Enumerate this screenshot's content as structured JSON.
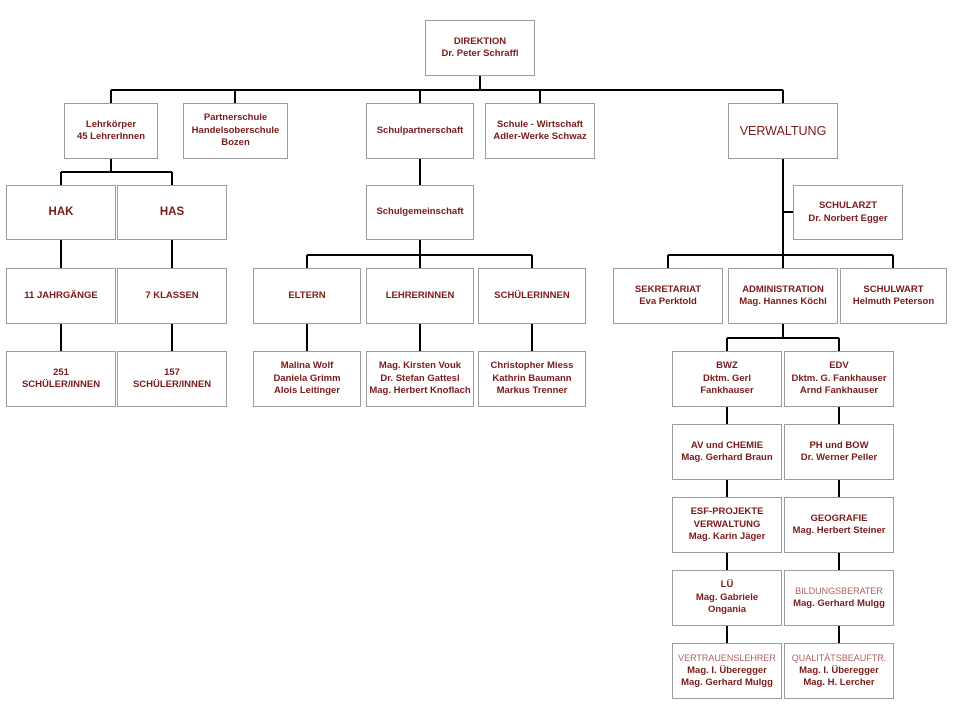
{
  "org_chart": {
    "nodes": {
      "direktion": [
        "DIREKTION",
        "Dr. Peter Schraffl"
      ],
      "lehrkoerper": [
        "Lehrkörper",
        "45 LehrerInnen"
      ],
      "partnerschule": [
        "Partnerschule",
        "Handelsoberschule",
        "Bozen"
      ],
      "schulpartnerschaft": [
        "Schulpartnerschaft"
      ],
      "schule_wirtschaft": [
        "Schule - Wirtschaft",
        "Adler-Werke Schwaz"
      ],
      "verwaltung": [
        "VERWALTUNG"
      ],
      "hak": [
        "HAK"
      ],
      "has": [
        "HAS"
      ],
      "jahrgaenge": [
        "11 JAHRGÄNGE"
      ],
      "klassen": [
        "7 KLASSEN"
      ],
      "hak_schueler": [
        "251",
        "SCHÜLER/INNEN"
      ],
      "has_schueler": [
        "157",
        "SCHÜLER/INNEN"
      ],
      "schulgemeinschaft": [
        "Schulgemeinschaft"
      ],
      "eltern": [
        "ELTERN"
      ],
      "lehrerinnen": [
        "LEHRERINNEN"
      ],
      "schuelerinnen": [
        "SCHÜLERINNEN"
      ],
      "eltern_names": [
        "Malina Wolf",
        "Daniela Grimm",
        "Alois Leitinger"
      ],
      "lehrer_names": [
        "Mag. Kirsten Vouk",
        "Dr. Stefan Gattesl",
        "Mag. Herbert Knoflach"
      ],
      "schueler_names": [
        "Christopher Miess",
        "Kathrin Baumann",
        "Markus Trenner"
      ],
      "schularzt": [
        "SCHULARZT",
        "Dr. Norbert Egger"
      ],
      "sekretariat": [
        "SEKRETARIAT",
        "Eva Perktold"
      ],
      "administration": [
        "ADMINISTRATION",
        "Mag. Hannes Köchl"
      ],
      "schulwart": [
        "SCHULWART",
        "Helmuth Peterson"
      ],
      "bwz": [
        "BWZ",
        "Dktm. Gerl",
        "Fankhauser"
      ],
      "edv": [
        "EDV",
        "Dktm. G. Fankhauser",
        "Arnd Fankhauser"
      ],
      "av_chemie": [
        "AV und CHEMIE",
        "Mag. Gerhard Braun"
      ],
      "ph_bow": [
        "PH und BOW",
        "Dr. Werner Peller"
      ],
      "esf": [
        "ESF-PROJEKTE",
        "VERWALTUNG",
        "Mag. Karin Jäger"
      ],
      "geografie": [
        "GEOGRAFIE",
        "Mag. Herbert Steiner"
      ],
      "lue": [
        "LÜ",
        "Mag. Gabriele",
        "Ongania"
      ],
      "bildungsberater": [
        "BILDUNGSBERATER",
        "Mag. Gerhard Mulgg"
      ],
      "vertrauenslehrer": [
        "VERTRAUENSLEHRER",
        "Mag. I. Überegger",
        "Mag. Gerhard Mulgg"
      ],
      "qualitaet": [
        "QUALITÄTSBEAUFTR.",
        "Mag. I. Überegger",
        "Mag. H. Lercher"
      ]
    },
    "colors": {
      "text": "#7a1a1a",
      "alt_text": "#b06060",
      "border": "#9c9c9c",
      "line": "#000000"
    }
  }
}
